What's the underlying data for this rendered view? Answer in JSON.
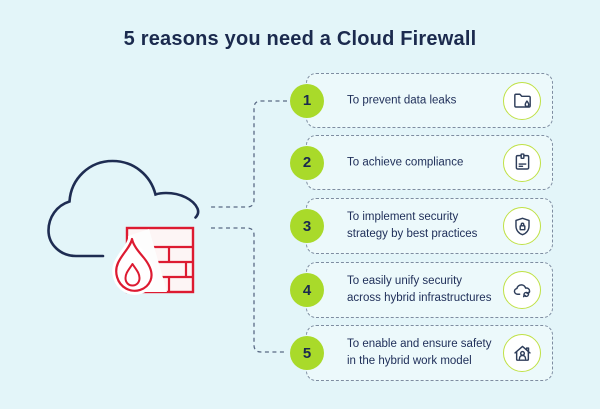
{
  "title": "5 reasons you need a Cloud Firewall",
  "colors": {
    "background": "#e3f5f9",
    "navy": "#1b2a4e",
    "accent_green": "#a9da2a",
    "lime_ring": "#c0e145",
    "firewall_red": "#dd1a31",
    "dashed_line": "#5a6a85"
  },
  "illustration": {
    "description": "cloud outline with firewall brick wall and flame"
  },
  "items": [
    {
      "number": "1",
      "text": "To prevent data leaks",
      "icon": "folder-data-leak-icon"
    },
    {
      "number": "2",
      "text": "To achieve compliance",
      "icon": "compliance-clipboard-icon"
    },
    {
      "number": "3",
      "text": "To implement security\nstrategy by best practices",
      "icon": "shield-lock-icon"
    },
    {
      "number": "4",
      "text": "To easily unify security\nacross hybrid infrastructures",
      "icon": "cloud-sync-icon"
    },
    {
      "number": "5",
      "text": "To enable and ensure safety\nin the hybrid work model",
      "icon": "secure-home-icon"
    }
  ]
}
